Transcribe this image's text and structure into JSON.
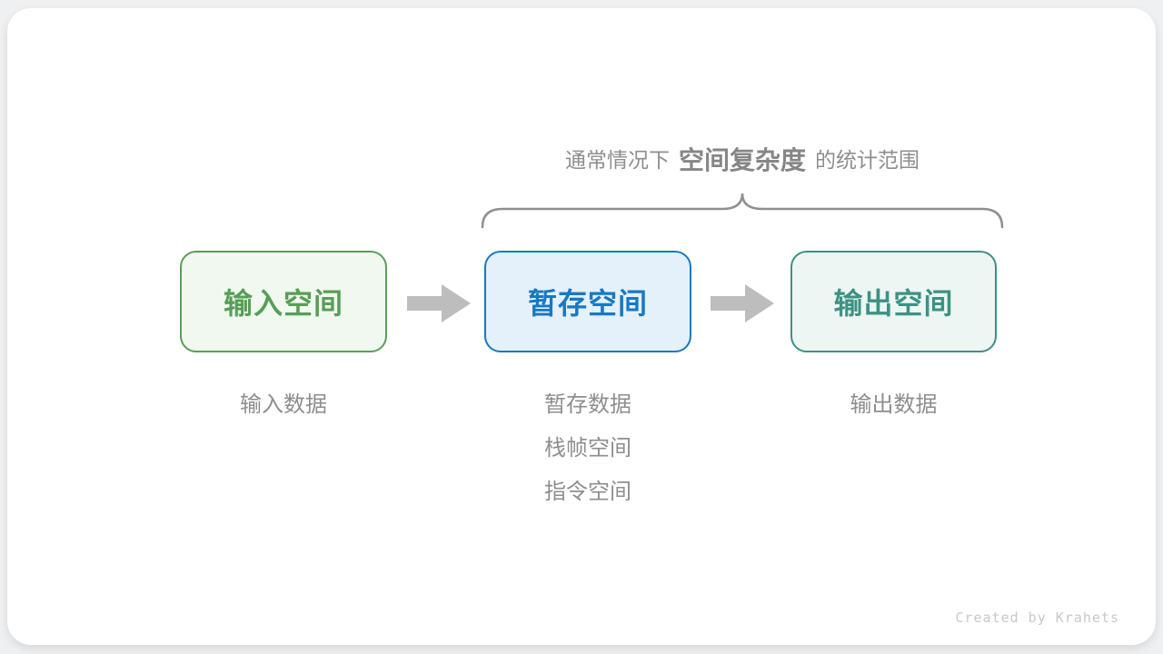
{
  "page": {
    "background": "#eef0f2",
    "card_background": "#ffffff"
  },
  "title": {
    "prefix": "通常情况下",
    "highlight": "空间复杂度",
    "suffix": "的统计范围",
    "color": "#8e8e8e"
  },
  "brace": {
    "color": "#8f8f8f"
  },
  "arrow_color": "#bdbdbd",
  "boxes": [
    {
      "id": "input-space",
      "label": "输入空间",
      "border": "#5a9e57",
      "background": "#f1f8ef",
      "text_color": "#579e57"
    },
    {
      "id": "temp-space",
      "label": "暂存空间",
      "border": "#1779c4",
      "background": "#e4f1fb",
      "text_color": "#1779c4"
    },
    {
      "id": "output-space",
      "label": "输出空间",
      "border": "#3d9184",
      "background": "#edf6f2",
      "text_color": "#3d9184"
    }
  ],
  "annotations": [
    {
      "box": "input-space",
      "lines": [
        "输入数据"
      ]
    },
    {
      "box": "temp-space",
      "lines": [
        "暂存数据",
        "栈帧空间",
        "指令空间"
      ]
    },
    {
      "box": "output-space",
      "lines": [
        "输出数据"
      ]
    }
  ],
  "watermark": "Created by Krahets"
}
